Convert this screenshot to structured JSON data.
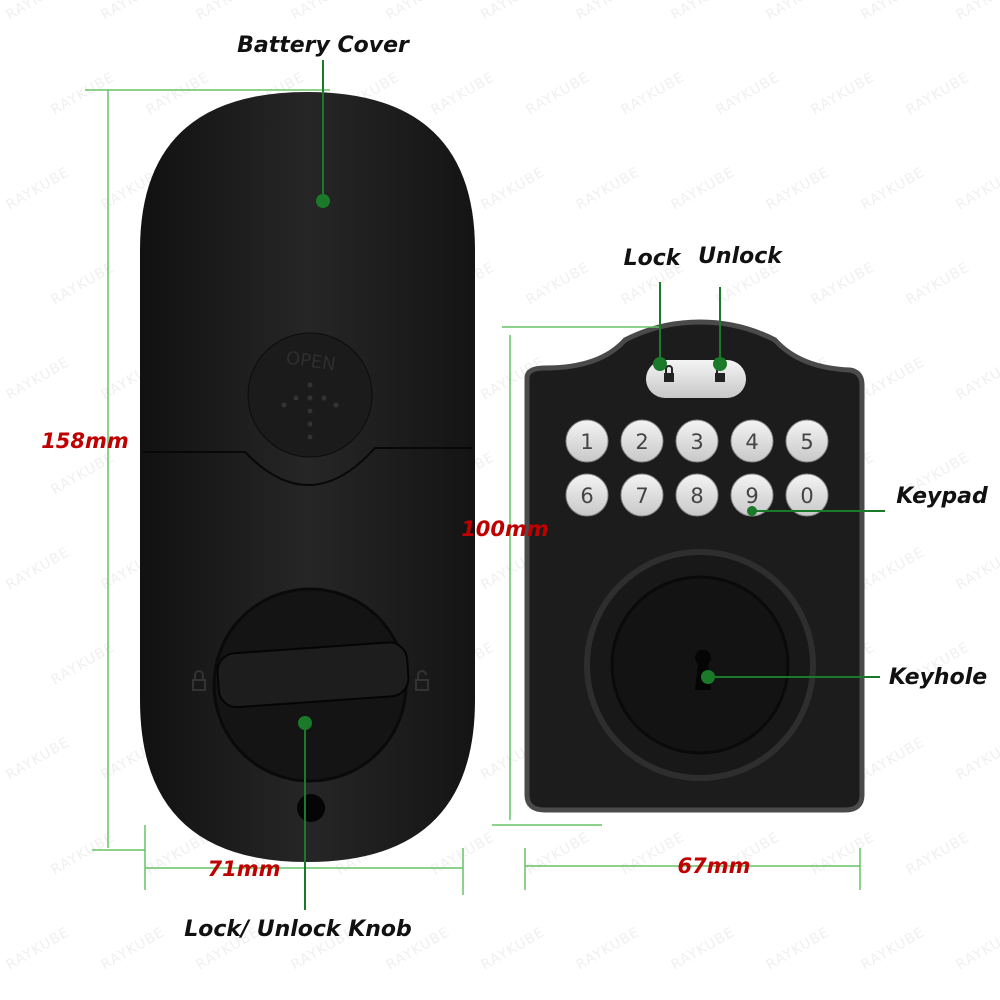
{
  "watermark": "RAYKUBE",
  "colors": {
    "dimension_line": "#66c266",
    "dimension_text": "#c00000",
    "callout": "#1a7a2a",
    "body": "#1e1e1e"
  },
  "back_unit": {
    "battery_cover_label": "Battery Cover",
    "open_marking": "OPEN",
    "knob_label": "Lock/ Unlock Knob",
    "height_label": "158mm",
    "width_label": "71mm"
  },
  "front_unit": {
    "lock_label": "Lock",
    "unlock_label": "Unlock",
    "keypad_label": "Keypad",
    "keyhole_label": "Keyhole",
    "height_label": "100mm",
    "width_label": "67mm",
    "keys": [
      "1",
      "2",
      "3",
      "4",
      "5",
      "6",
      "7",
      "8",
      "9",
      "0"
    ]
  }
}
